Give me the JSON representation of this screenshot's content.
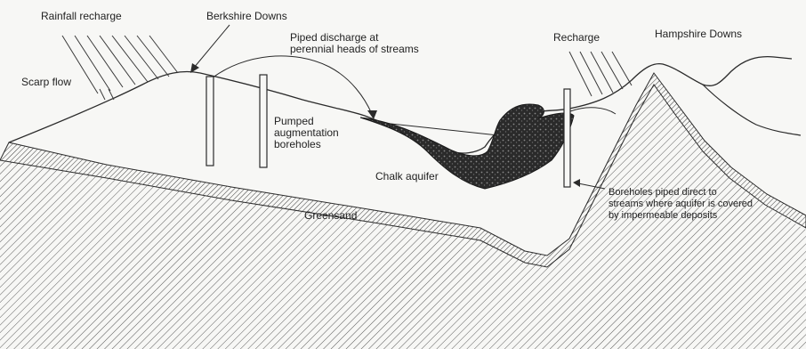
{
  "labels": {
    "rainfall_recharge": "Rainfall recharge",
    "berkshire_downs": "Berkshire Downs",
    "piped_discharge": "Piped discharge at\nperennial heads of streams",
    "recharge": "Recharge",
    "hampshire_downs": "Hampshire Downs",
    "scarp_flow": "Scarp flow",
    "pumped_boreholes": "Pumped\naugmentation\nboreholes",
    "chalk_aquifer": "Chalk aquifer",
    "greensand": "Greensand",
    "boreholes_piped": "Boreholes piped direct to\nstreams where aquifer is covered\nby impermeable deposits"
  },
  "colors": {
    "background": "#f7f7f5",
    "line": "#2b2b2b",
    "hatch": "#5a5a5a",
    "deposit": "#2a2a2a"
  }
}
